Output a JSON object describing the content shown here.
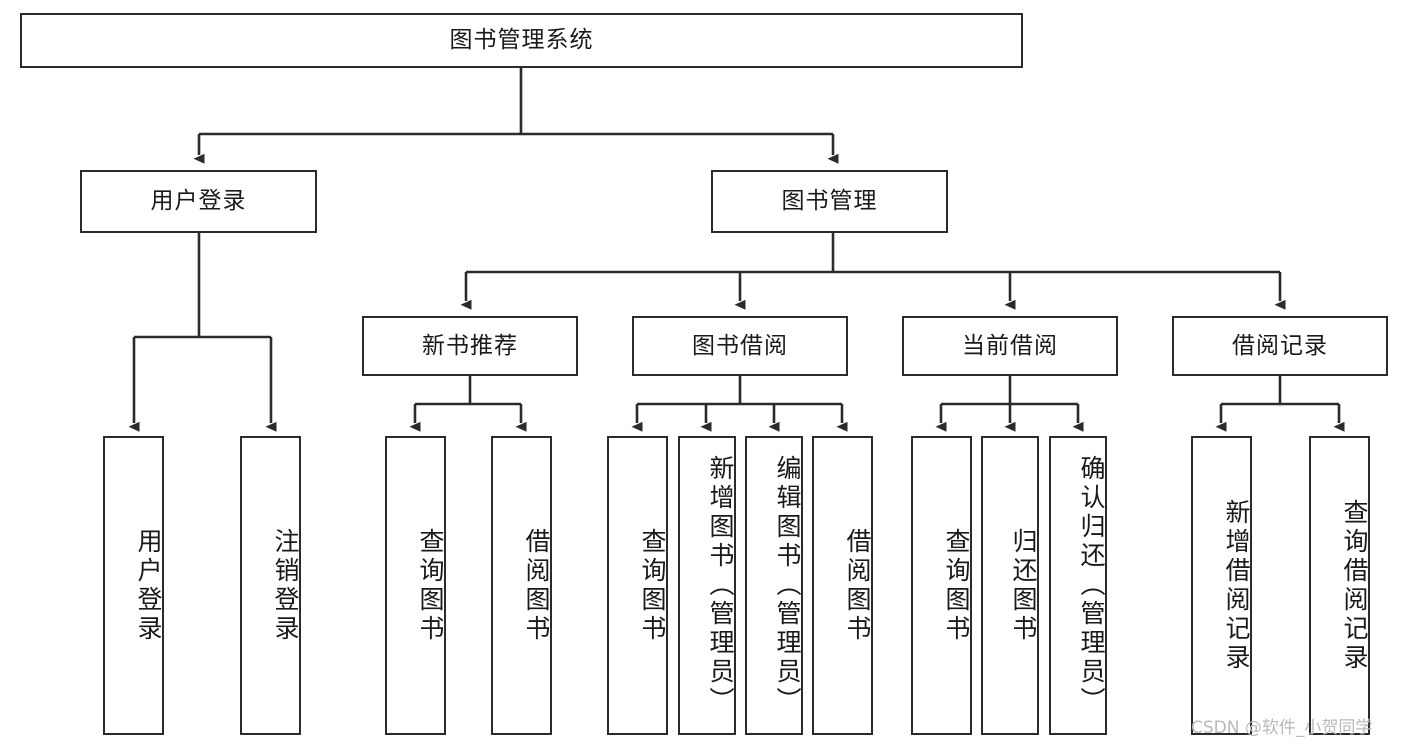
{
  "diagram": {
    "type": "tree-hierarchy",
    "title_node": {
      "label": "图书管理系统"
    },
    "level2": [
      {
        "id": "user-login",
        "label": "用户登录"
      },
      {
        "id": "book-management",
        "label": "图书管理"
      }
    ],
    "level3": [
      {
        "id": "new-book-recommend",
        "label": "新书推荐",
        "parent": "book-management"
      },
      {
        "id": "book-borrow",
        "label": "图书借阅",
        "parent": "book-management"
      },
      {
        "id": "current-borrow",
        "label": "当前借阅",
        "parent": "book-management"
      },
      {
        "id": "borrow-record",
        "label": "借阅记录",
        "parent": "book-management"
      }
    ],
    "leaves": [
      {
        "id": "leaf-user-login",
        "label": "用户登录",
        "parent": "user-login"
      },
      {
        "id": "leaf-logout-login",
        "label": "注销登录",
        "parent": "user-login"
      },
      {
        "id": "leaf-query-book-1",
        "label": "查询图书",
        "parent": "new-book-recommend"
      },
      {
        "id": "leaf-borrow-book-1",
        "label": "借阅图书",
        "parent": "new-book-recommend"
      },
      {
        "id": "leaf-query-book-2",
        "label": "查询图书",
        "parent": "book-borrow"
      },
      {
        "id": "leaf-add-book",
        "label": "新增图书（管理员）",
        "parent": "book-borrow"
      },
      {
        "id": "leaf-edit-book",
        "label": "编辑图书（管理员）",
        "parent": "book-borrow"
      },
      {
        "id": "leaf-borrow-book-2",
        "label": "借阅图书",
        "parent": "book-borrow"
      },
      {
        "id": "leaf-query-book-3",
        "label": "查询图书",
        "parent": "current-borrow"
      },
      {
        "id": "leaf-return-book",
        "label": "归还图书",
        "parent": "current-borrow"
      },
      {
        "id": "leaf-confirm-return",
        "label": "确认归还（管理员）",
        "parent": "current-borrow"
      },
      {
        "id": "leaf-add-borrow-record",
        "label": "新增借阅记录",
        "parent": "borrow-record"
      },
      {
        "id": "leaf-query-borrow-record",
        "label": "查询借阅记录",
        "parent": "borrow-record"
      }
    ],
    "colors": {
      "box_border": "#2b2b2b",
      "box_fill": "#ffffff",
      "edge": "#2b2b2b",
      "text": "#1a1a1a",
      "watermark": "#b9b9b9",
      "background": "#ffffff"
    }
  },
  "watermark": {
    "text": "CSDN @软件_小贺同学"
  }
}
